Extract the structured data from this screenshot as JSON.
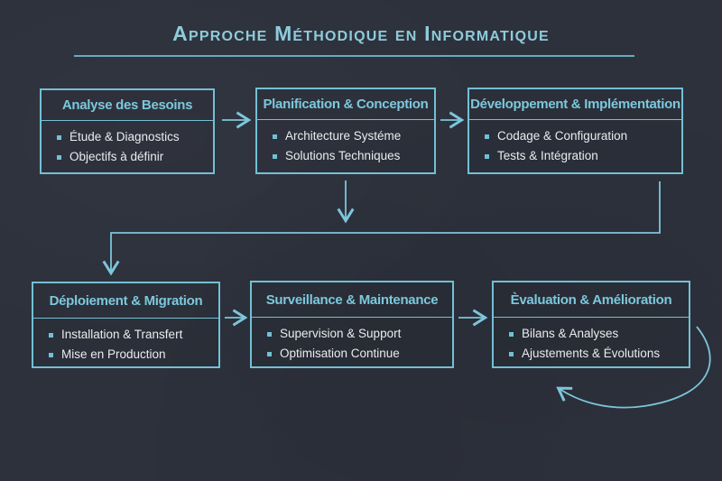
{
  "page": {
    "title": "Approche Méthodique en Informatique",
    "colors": {
      "background": "#2d313c",
      "accent": "#72c0d5",
      "title_text": "#8ecbdb",
      "box_title_text": "#7cc8dc",
      "body_text": "#e9ecee"
    }
  },
  "boxes": [
    {
      "title": "Analyse des Besoins",
      "items": [
        "Étude & Diagnostics",
        "Objectifs à définir"
      ]
    },
    {
      "title": "Planification & Conception",
      "items": [
        "Architecture Systéme",
        "Solutions Techniques"
      ]
    },
    {
      "title": "Développement & Implémentation",
      "items": [
        "Codage & Configuration",
        "Tests & Intégration"
      ]
    },
    {
      "title": "Déploiement & Migration",
      "items": [
        "Installation & Transfert",
        "Mise en Production"
      ]
    },
    {
      "title": "Surveillance & Maintenance",
      "items": [
        "Supervision & Support",
        "Optimisation Continue"
      ]
    },
    {
      "title": "Èvaluation & Amélioration",
      "items": [
        "Bilans & Analyses",
        "Ajustements & Évolutions"
      ]
    }
  ]
}
